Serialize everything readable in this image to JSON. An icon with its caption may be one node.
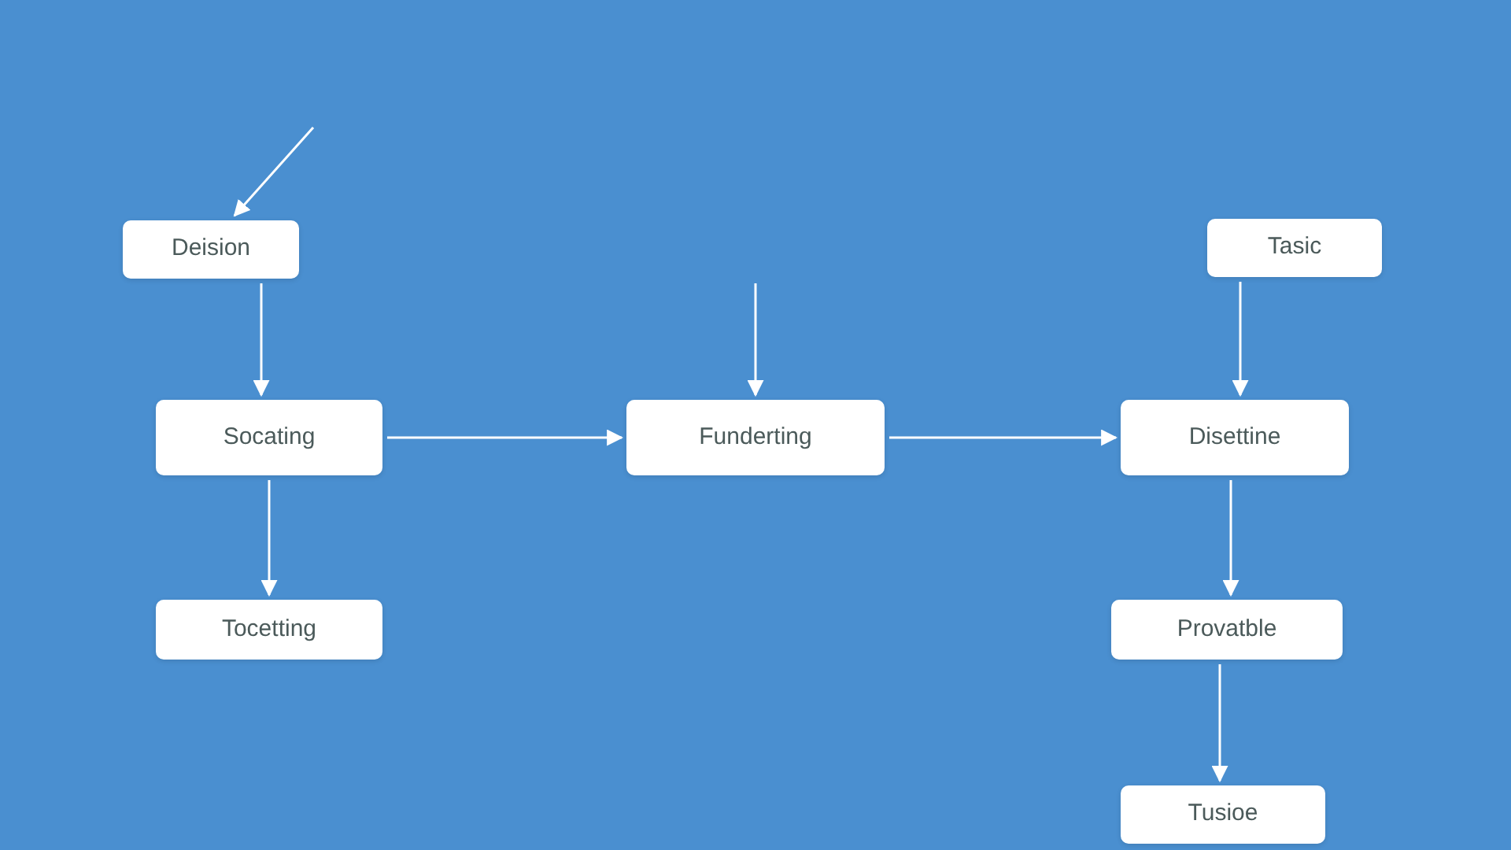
{
  "diagram": {
    "nodes": [
      {
        "text": [
          "Deision"
        ]
      },
      {
        "text": [
          "Socating"
        ]
      },
      {
        "text": [
          "Tocetting"
        ]
      },
      {
        "text": [
          "Funderting"
        ]
      },
      {
        "text": [
          "Tasic"
        ]
      },
      {
        "text": [
          "Disettine"
        ]
      },
      {
        "text": [
          "Provatble"
        ]
      },
      {
        "text": [
          "Tusioe"
        ]
      }
    ],
    "edges": [
      {
        "from": null,
        "to": 0,
        "arrow": "to"
      },
      {
        "from": 0,
        "to": 1,
        "arrow": "to"
      },
      {
        "from": 1,
        "to": 3,
        "arrow": "to"
      },
      {
        "from": null,
        "to": 3,
        "arrow": "to"
      },
      {
        "from": 3,
        "to": 5,
        "arrow": "to"
      },
      {
        "from": 4,
        "to": 5,
        "arrow": "to"
      },
      {
        "from": 1,
        "to": 2,
        "arrow": "to"
      },
      {
        "from": 5,
        "to": 6,
        "arrow": "to"
      },
      {
        "from": 6,
        "to": 7,
        "arrow": "to"
      }
    ]
  }
}
